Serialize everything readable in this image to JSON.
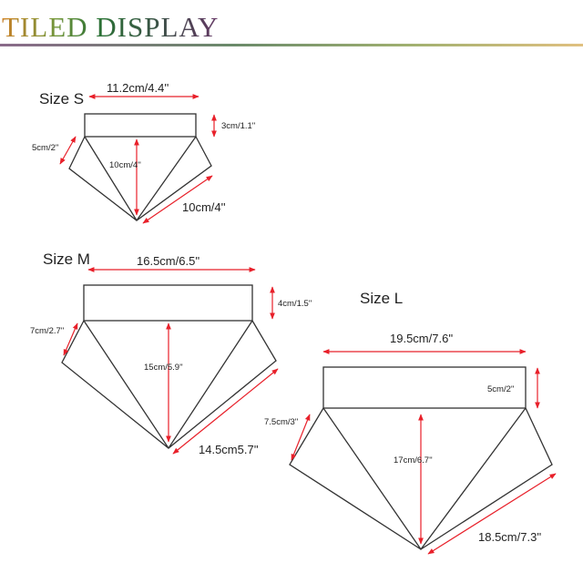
{
  "header": {
    "title": "TILED DISPLAY"
  },
  "sizes": {
    "s": {
      "label": "Size S",
      "width": "11.2cm/4.4''",
      "height": "3cm/1.1''",
      "flap": "5cm/2''",
      "depth": "10cm/4''",
      "edge": "10cm/4''"
    },
    "m": {
      "label": "Size M",
      "width": "16.5cm/6.5''",
      "height": "4cm/1.5''",
      "flap": "7cm/2.7''",
      "depth": "15cm/5.9''",
      "edge": "14.5cm5.7''"
    },
    "l": {
      "label": "Size L",
      "width": "19.5cm/7.6''",
      "height": "5cm/2''",
      "flap": "7.5cm/3''",
      "depth": "17cm/6.7''",
      "edge": "18.5cm/7.3''"
    }
  },
  "colors": {
    "arrow": "#e8202a",
    "outline": "#333333"
  }
}
